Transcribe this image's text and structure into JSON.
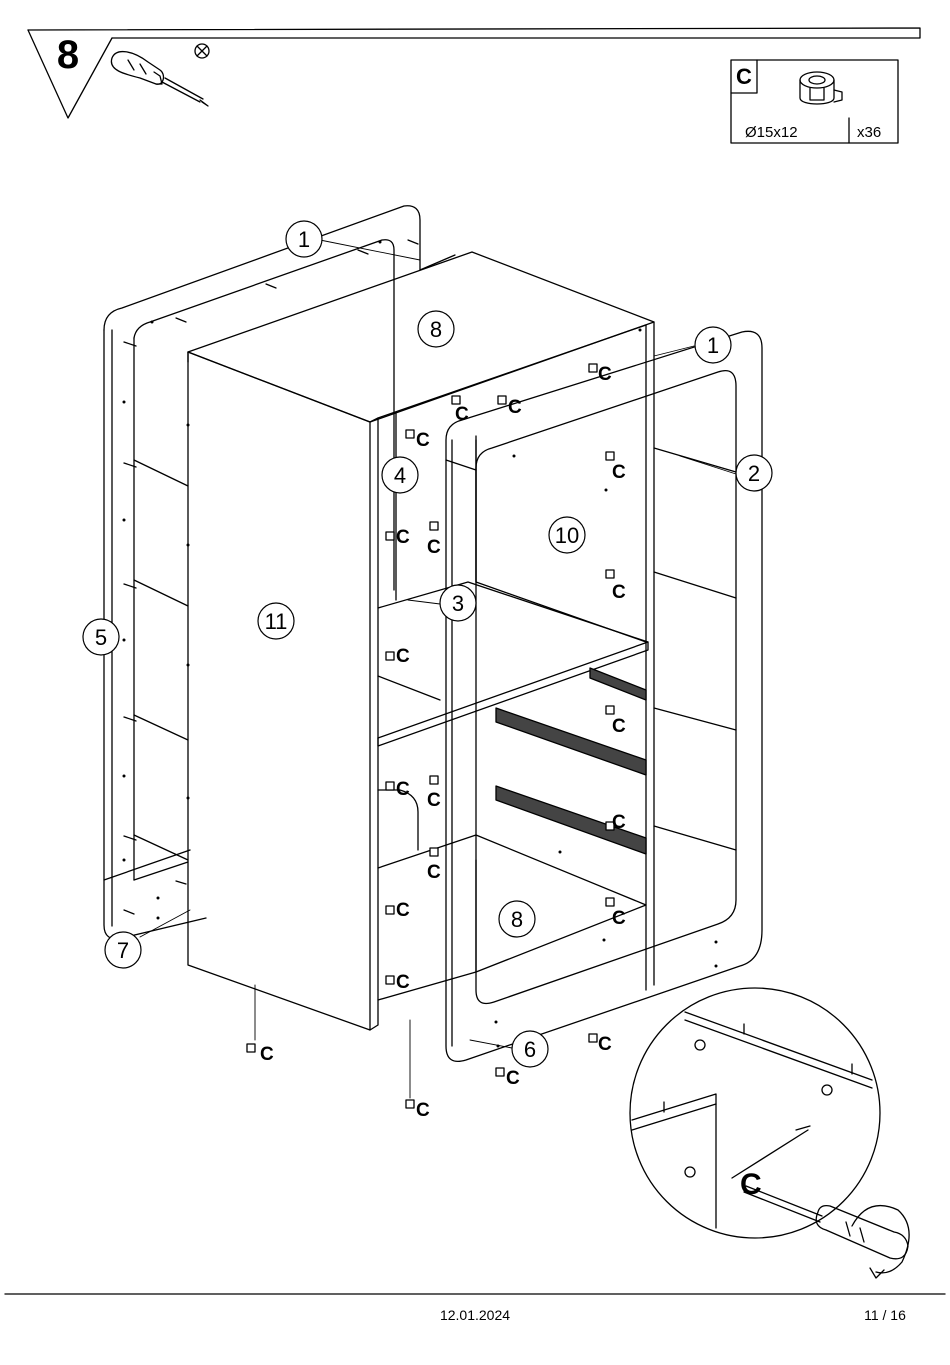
{
  "header": {
    "step_number": "8"
  },
  "legend": {
    "part_letter": "C",
    "size": "Ø15x12",
    "quantity": "x36"
  },
  "callouts": [
    "1",
    "1",
    "2",
    "3",
    "4",
    "5",
    "6",
    "7",
    "8",
    "8",
    "10",
    "11"
  ],
  "hardware_label": "C",
  "footer": {
    "date": "12.01.2024",
    "page": "11 / 16"
  },
  "icons": [
    "screwdriver-icon",
    "no-power-tool-icon",
    "cam-lock-icon",
    "rotate-arrow-icon"
  ]
}
